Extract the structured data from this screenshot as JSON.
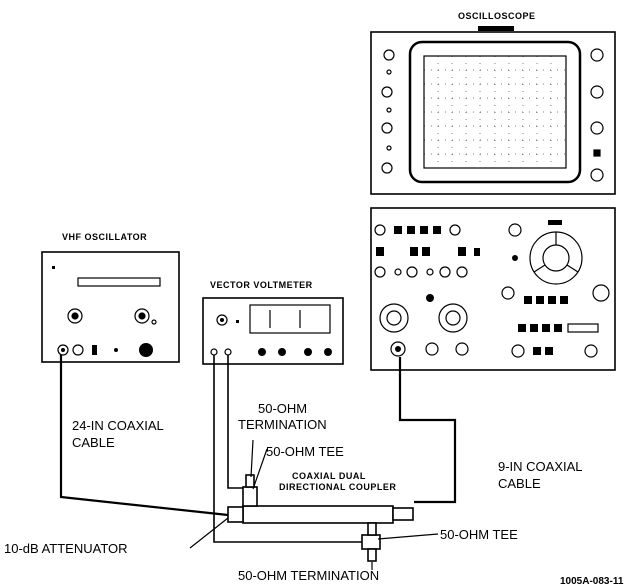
{
  "instruments": {
    "oscilloscope": "OSCILLOSCOPE",
    "vhf_oscillator": "VHF OSCILLATOR",
    "vector_voltmeter": "VECTOR VOLTMETER"
  },
  "labels": {
    "termination_top": [
      "50-OHM",
      "TERMINATION"
    ],
    "tee_top": "50-OHM TEE",
    "coupler": [
      "COAXIAL DUAL",
      "DIRECTIONAL COUPLER"
    ],
    "cable_24": [
      "24-IN COAXIAL",
      "CABLE"
    ],
    "cable_9": [
      "9-IN  COAXIAL",
      "CABLE"
    ],
    "attenuator": "10-dB ATTENUATOR",
    "tee_bottom": "50-OHM TEE",
    "termination_bottom": "50-OHM TERMINATION"
  },
  "figure_id": "1005A-083-11"
}
